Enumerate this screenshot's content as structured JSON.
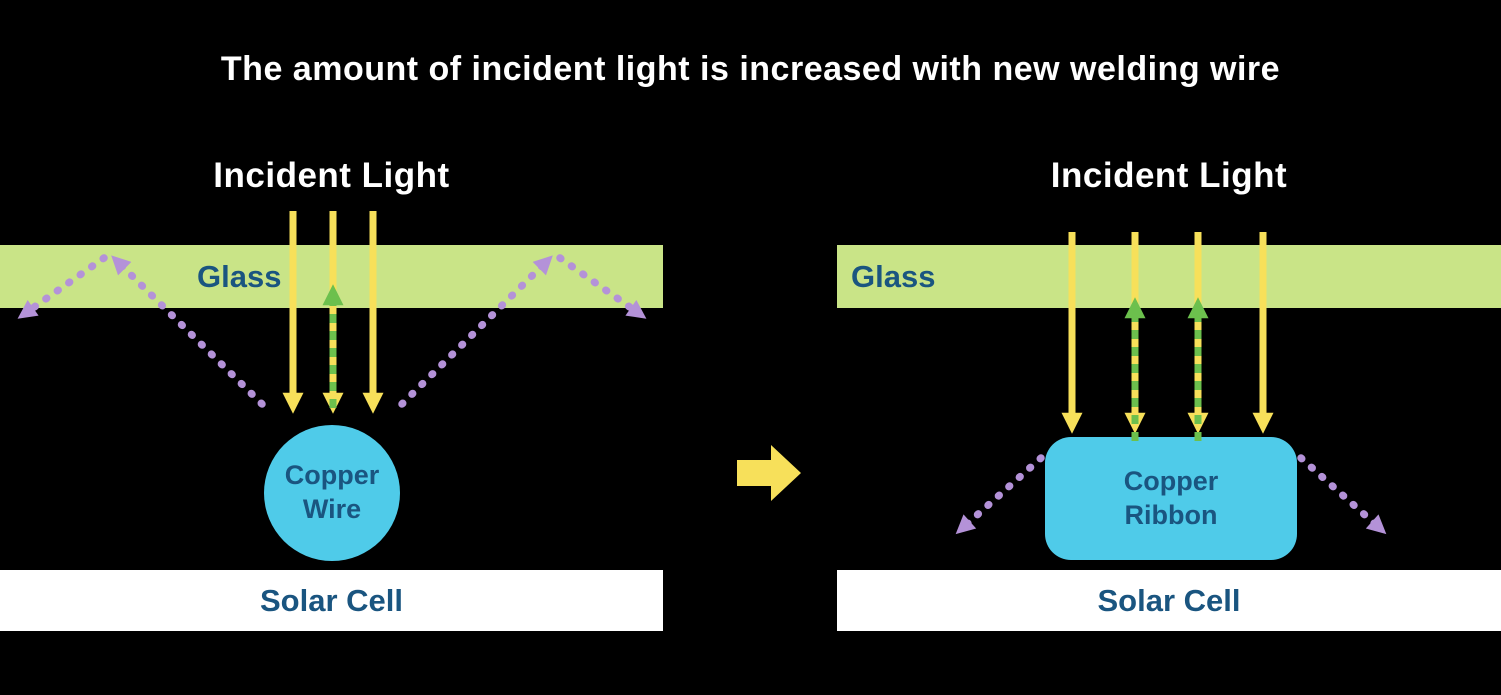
{
  "title": "The amount of incident light is increased with new welding wire",
  "left_diagram": {
    "incident_light_label": "Incident Light",
    "glass_label": "Glass",
    "copper_label_line1": "Copper",
    "copper_label_line2": "Wire",
    "solar_cell_label": "Solar Cell"
  },
  "right_diagram": {
    "incident_light_label": "Incident Light",
    "glass_label": "Glass",
    "copper_label_line1": "Copper",
    "copper_label_line2": "Ribbon",
    "solar_cell_label": "Solar Cell"
  },
  "colors": {
    "background": "#000000",
    "title_text": "#ffffff",
    "glass_fill": "#c9e487",
    "label_text": "#1a5580",
    "incident_light_arrow": "#f7e05a",
    "reflected_green_arrow": "#6cc04d",
    "scattered_purple_arrow": "#b492d8",
    "copper_fill": "#4fcbe9",
    "solar_cell_fill": "#ffffff",
    "transition_arrow": "#f7e05a"
  }
}
